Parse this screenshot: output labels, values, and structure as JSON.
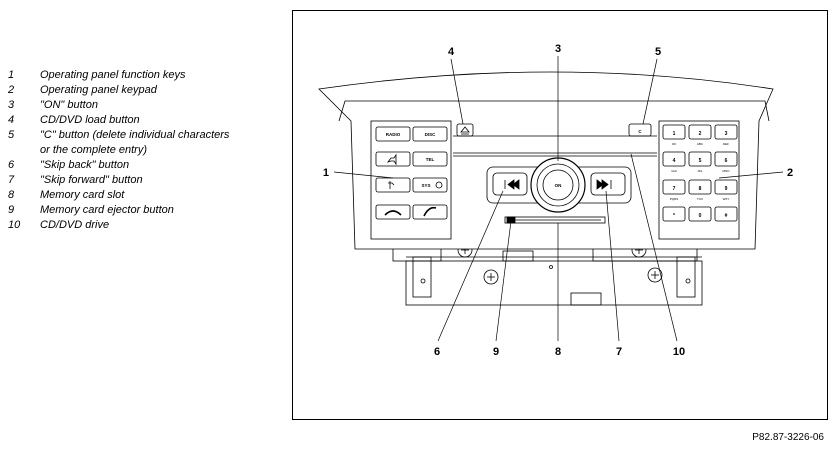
{
  "legend": {
    "items": [
      {
        "num": "1",
        "text": "Operating panel function keys"
      },
      {
        "num": "2",
        "text": "Operating panel keypad"
      },
      {
        "num": "3",
        "text": "\"ON\" button"
      },
      {
        "num": "4",
        "text": "CD/DVD load button"
      },
      {
        "num": "5",
        "text": "\"C\" button (delete individual characters"
      },
      {
        "num": "",
        "text": "or the complete entry)"
      },
      {
        "num": "6",
        "text": "\"Skip back\" button"
      },
      {
        "num": "7",
        "text": "\"Skip forward\" button"
      },
      {
        "num": "8",
        "text": "Memory card slot"
      },
      {
        "num": "9",
        "text": "Memory card ejector button"
      },
      {
        "num": "10",
        "text": "CD/DVD drive"
      }
    ]
  },
  "callouts": {
    "c1": "1",
    "c2": "2",
    "c3": "3",
    "c4": "4",
    "c5": "5",
    "c6": "6",
    "c7": "7",
    "c8": "8",
    "c9": "9",
    "c10": "10"
  },
  "panel": {
    "radio": "RADIO",
    "disc": "DISC",
    "tel": "TEL",
    "sys": "SYS",
    "on": "ON",
    "c": "C",
    "keys": [
      "1",
      "2",
      "3",
      "4",
      "5",
      "6",
      "7",
      "8",
      "9",
      "*",
      "0",
      "#"
    ],
    "key_sub": [
      "OK",
      "ABC",
      "DEF",
      "GHI",
      "JKL",
      "MNO",
      "PQRS",
      "TUV",
      "WXY",
      "",
      "",
      ""
    ]
  },
  "figure_ref": "P82.87-3226-06"
}
